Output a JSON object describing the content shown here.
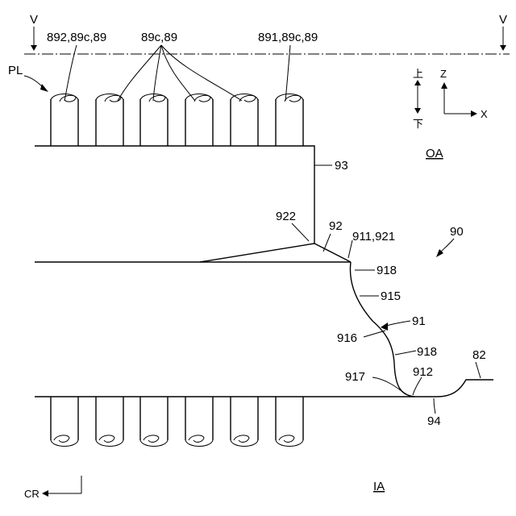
{
  "figure": {
    "section_marks": {
      "left": "V",
      "right": "V"
    },
    "top_labels": {
      "left": "892,89c,89",
      "middle": "89c,89",
      "right": "891,89c,89"
    },
    "pl_label": "PL",
    "axis_legend": {
      "up": "上",
      "down": "下",
      "z": "Z",
      "x": "X"
    },
    "area_labels": {
      "outer": "OA",
      "inner": "IA"
    },
    "direction": {
      "cr": "CR"
    },
    "refs": {
      "r93": "93",
      "r922": "922",
      "r92": "92",
      "r911": "911,921",
      "r90": "90",
      "r918a": "918",
      "r915": "915",
      "r91": "91",
      "r916": "916",
      "r918b": "918",
      "r82": "82",
      "r917": "917",
      "r912": "912",
      "r94": "94"
    }
  }
}
